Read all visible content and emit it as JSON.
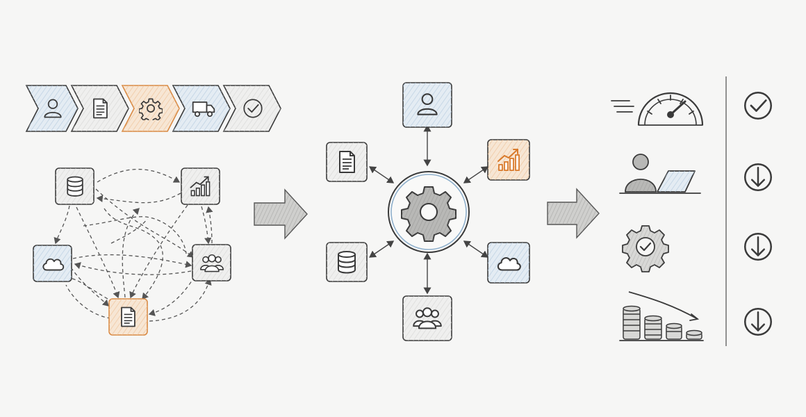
{
  "colors": {
    "ink": "#3a3a3a",
    "accent_orange": "#e08a3c",
    "accent_blue": "#a9c4dc",
    "box_fill": "#f1f1f0",
    "blue_fill": "#e4ecf3",
    "orange_fill": "#f7e6d4"
  },
  "process_chain": [
    {
      "icon": "person-icon",
      "tint": "blue"
    },
    {
      "icon": "document-icon",
      "tint": "none"
    },
    {
      "icon": "gear-icon",
      "tint": "orange"
    },
    {
      "icon": "truck-icon",
      "tint": "blue"
    },
    {
      "icon": "checkmark-icon",
      "tint": "none"
    }
  ],
  "chaotic_nodes": [
    {
      "id": "database",
      "icon": "database-icon",
      "tint": "none"
    },
    {
      "id": "chart",
      "icon": "growth-chart-icon",
      "tint": "none"
    },
    {
      "id": "cloud",
      "icon": "cloud-icon",
      "tint": "blue"
    },
    {
      "id": "users",
      "icon": "users-group-icon",
      "tint": "none"
    },
    {
      "id": "document",
      "icon": "document-icon",
      "tint": "orange"
    }
  ],
  "hub": {
    "center_icon": "gear-icon",
    "spokes": [
      {
        "id": "person",
        "icon": "person-icon",
        "tint": "blue"
      },
      {
        "id": "chart",
        "icon": "growth-chart-icon",
        "tint": "orange"
      },
      {
        "id": "cloud",
        "icon": "cloud-icon",
        "tint": "blue"
      },
      {
        "id": "users",
        "icon": "users-group-icon",
        "tint": "none"
      },
      {
        "id": "database",
        "icon": "database-icon",
        "tint": "none"
      },
      {
        "id": "document",
        "icon": "document-icon",
        "tint": "none"
      }
    ]
  },
  "benefits": [
    {
      "icon": "speedometer-icon",
      "indicator": "checkmark-circle-icon"
    },
    {
      "icon": "person-laptop-icon",
      "indicator": "arrow-down-circle-icon"
    },
    {
      "icon": "gear-check-icon",
      "indicator": "arrow-down-circle-icon"
    },
    {
      "icon": "coin-stacks-decline-icon",
      "indicator": "arrow-down-circle-icon"
    }
  ]
}
